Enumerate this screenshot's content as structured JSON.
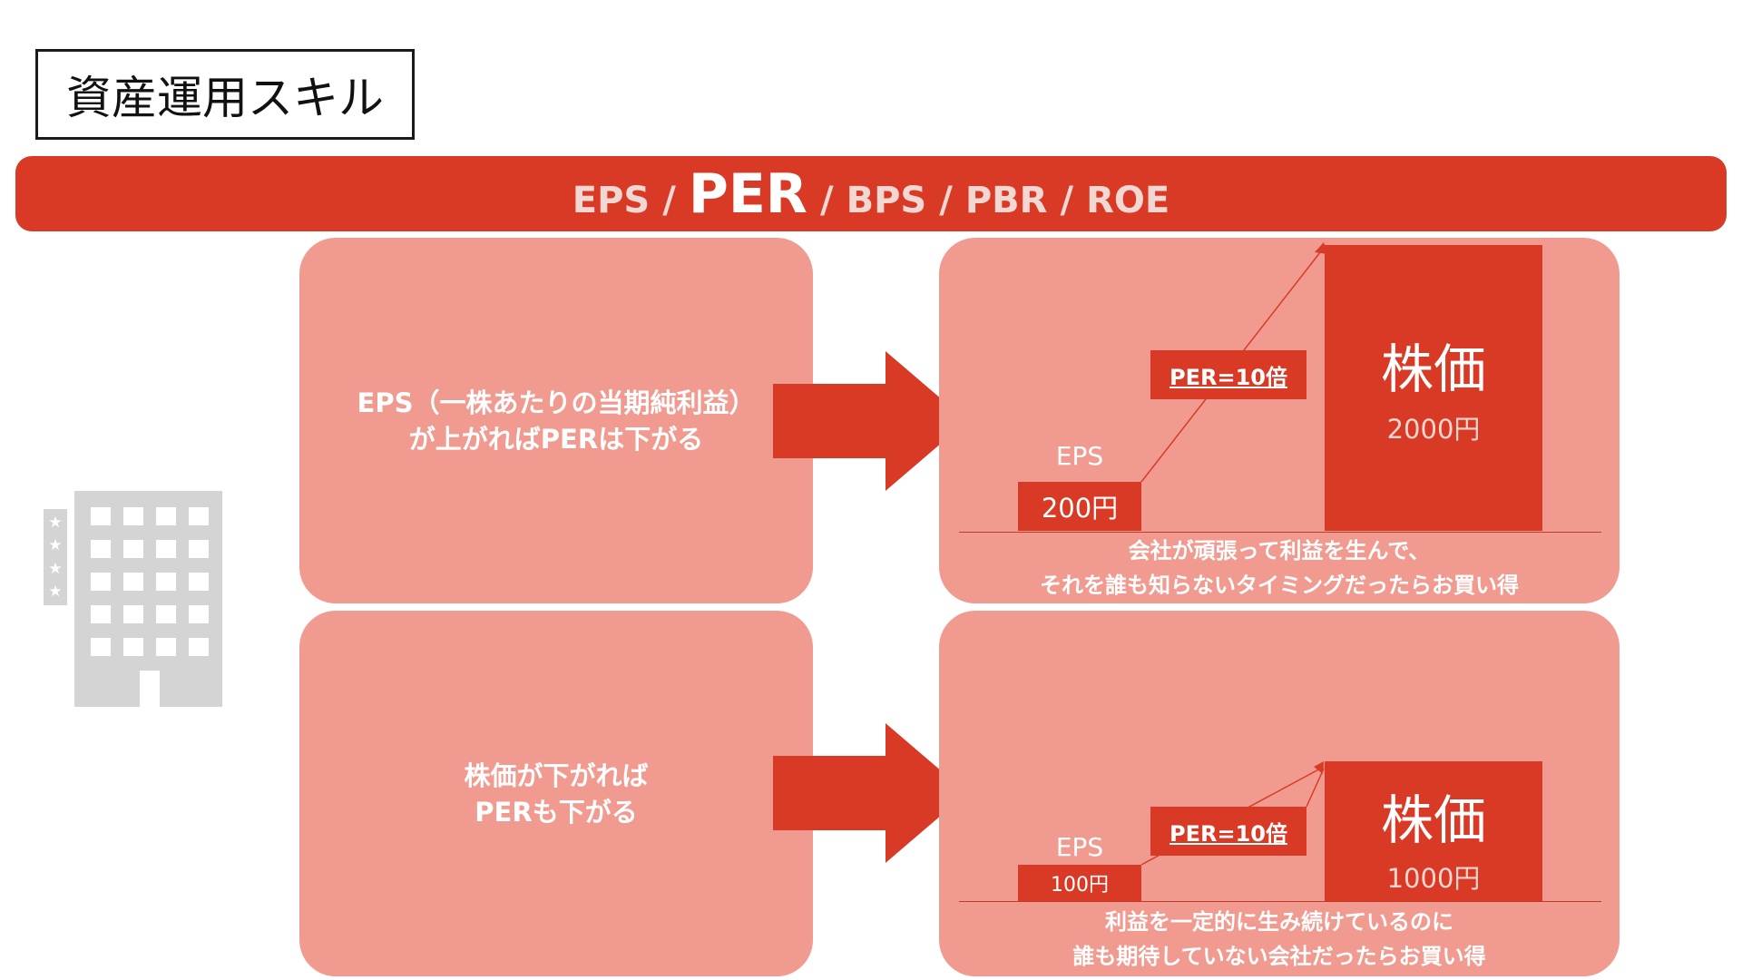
{
  "title": "資産運用スキル",
  "banner": {
    "terms": [
      "EPS",
      "PER",
      "BPS",
      "PBR",
      "ROE"
    ],
    "separator": "/",
    "highlighted": "PER"
  },
  "rows": [
    {
      "condition": [
        "EPS（一株あたりの当期純利益）",
        "が上がればPERは下がる"
      ],
      "eps_label": "EPS",
      "eps_value": "200円",
      "per_label": "PER=10倍",
      "price_title": "株価",
      "price_value": "2000円",
      "caption": [
        "会社が頑張って利益を生んで、",
        "それを誰も知らないタイミングだったらお買い得"
      ]
    },
    {
      "condition": [
        "株価が下がれば",
        "PERも下がる"
      ],
      "eps_label": "EPS",
      "eps_value": "100円",
      "per_label": "PER=10倍",
      "price_title": "株価",
      "price_value": "1000円",
      "caption": [
        "利益を一定的に生み続けているのに",
        "誰も期待していない会社だったらお買い得"
      ]
    }
  ],
  "icons": {
    "building": "building-icon",
    "arrow": "right-arrow-icon",
    "star": "star-icon"
  },
  "colors": {
    "accent": "#d93a26",
    "panel": "#f19a90",
    "building": "#d4d4d4"
  }
}
